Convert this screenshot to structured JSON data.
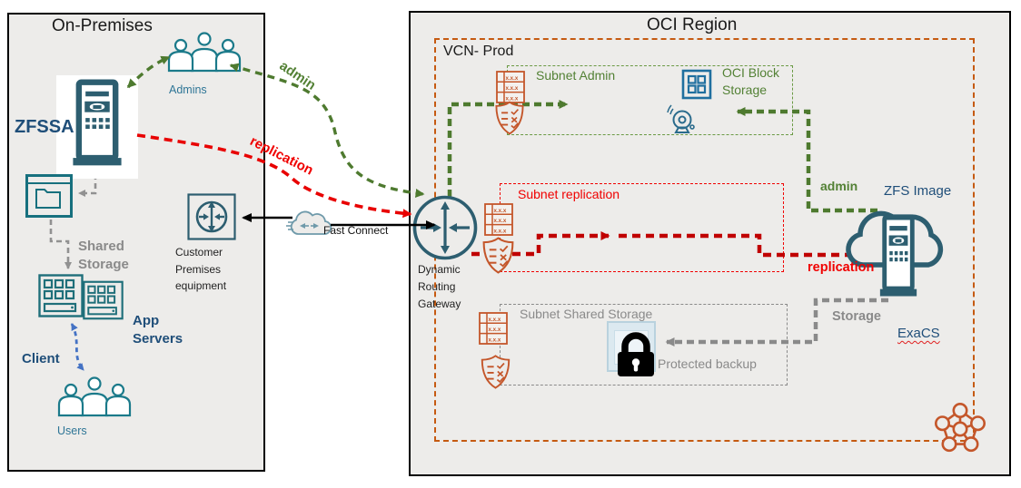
{
  "on_premises": {
    "title": "On-Premises",
    "admins_label": "Admins",
    "zfssa_label": "ZFSSA",
    "shared_storage_label": "Shared Storage",
    "app_servers_label": "App Servers",
    "client_label": "Client",
    "users_label": "Users",
    "cpe_label": "Customer Premises equipment"
  },
  "connectivity": {
    "fast_connect_label": "Fast Connect",
    "drg_label": "Dynamic Routing Gateway"
  },
  "oci_region": {
    "title": "OCI Region",
    "vcn_label": "VCN- Prod",
    "subnets": {
      "admin": "Subnet Admin",
      "replication": "Subnet replication",
      "shared_storage": "Subnet Shared Storage"
    },
    "oci_block_storage_label": "OCI Block Storage",
    "protected_backup_label": "Protected backup",
    "zfs_image_label": "ZFS Image",
    "exacs_label": "ExaCS"
  },
  "flows": {
    "admin_onprem": "admin",
    "admin_oci": "admin",
    "replication_onprem": "replication",
    "replication_oci": "replication",
    "storage": "Storage"
  },
  "icons": {
    "route_table_text": "x.x.x"
  },
  "colors": {
    "admin_flow_green": "#538135",
    "replication_red": "#f00000",
    "replication_dark_red": "#c00000",
    "storage_gray": "#8a8a8a",
    "vcn_border_orange": "#c55a11",
    "icon_orange": "#c4562a",
    "icon_teal": "#2d5e70",
    "icon_blue": "#1f6f9f",
    "label_blue": "#1f4e79",
    "panel_bg": "#edecea"
  }
}
